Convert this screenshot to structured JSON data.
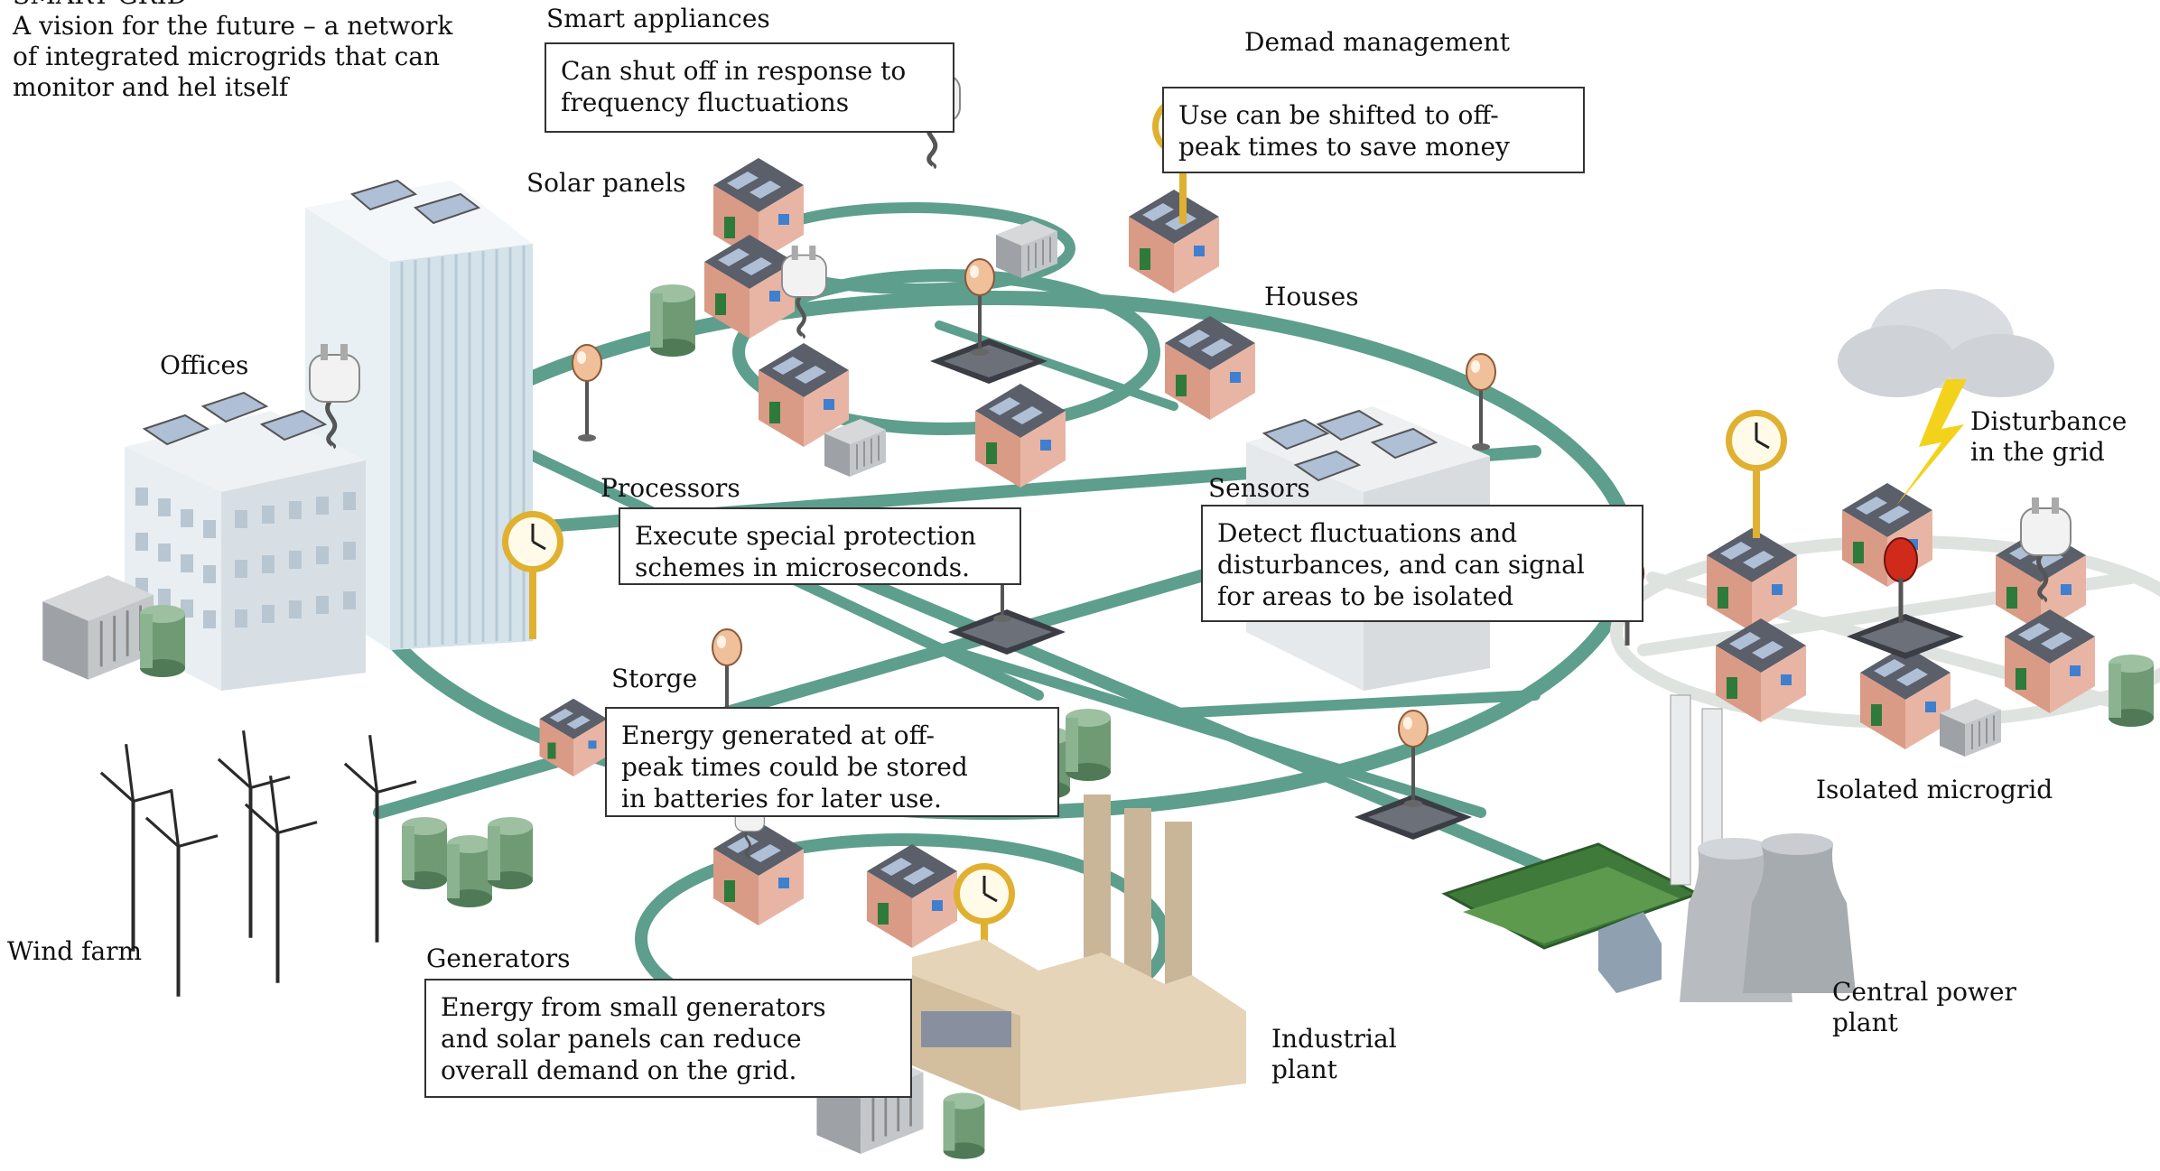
{
  "header": {
    "title": "SMART GRID",
    "description": "A vision for the future – a network\nof integrated microgrids that can\nmonitor and hel itself"
  },
  "labels": {
    "smart_appliances": "Smart appliances",
    "demand_management": "Demad management",
    "solar_panels": "Solar panels",
    "offices": "Offices",
    "houses": "Houses",
    "processors": "Processors",
    "sensors": "Sensors",
    "disturbance": "Disturbance\nin the grid",
    "storage": "Storge",
    "isolated_microgrid": "Isolated microgrid",
    "wind_farm": "Wind farm",
    "generators": "Generators",
    "industrial_plant": "Industrial\nplant",
    "central_power_plant": "Central power\nplant"
  },
  "callouts": {
    "smart_appliances": "Can shut off in response to\nfrequency fluctuations",
    "demand_management": "Use can be shifted to off-\npeak times to save money",
    "processors": "Execute special protection\nschemes in microseconds.",
    "sensors": "Detect fluctuations and\ndisturbances, and can signal\nfor areas to be isolated",
    "storage": "Energy generated at off-\npeak times could be stored\nin batteries for later use.",
    "generators": "Energy from small generators\nand solar panels can reduce\noverall demand on the grid."
  },
  "colors": {
    "grid_line": "#5e9e8c",
    "house_wall": "#e8b5a4",
    "roof": "#5a5f6a",
    "solar": "#aebfd6",
    "storage_tank": "#6f9a74",
    "building": "#e3e9ee",
    "factory": "#e6d4b8",
    "cloud": "#d9dce0",
    "bolt": "#f3d21b",
    "sensor_alert": "#d02a1a",
    "sensor_normal": "#f0c09a"
  }
}
